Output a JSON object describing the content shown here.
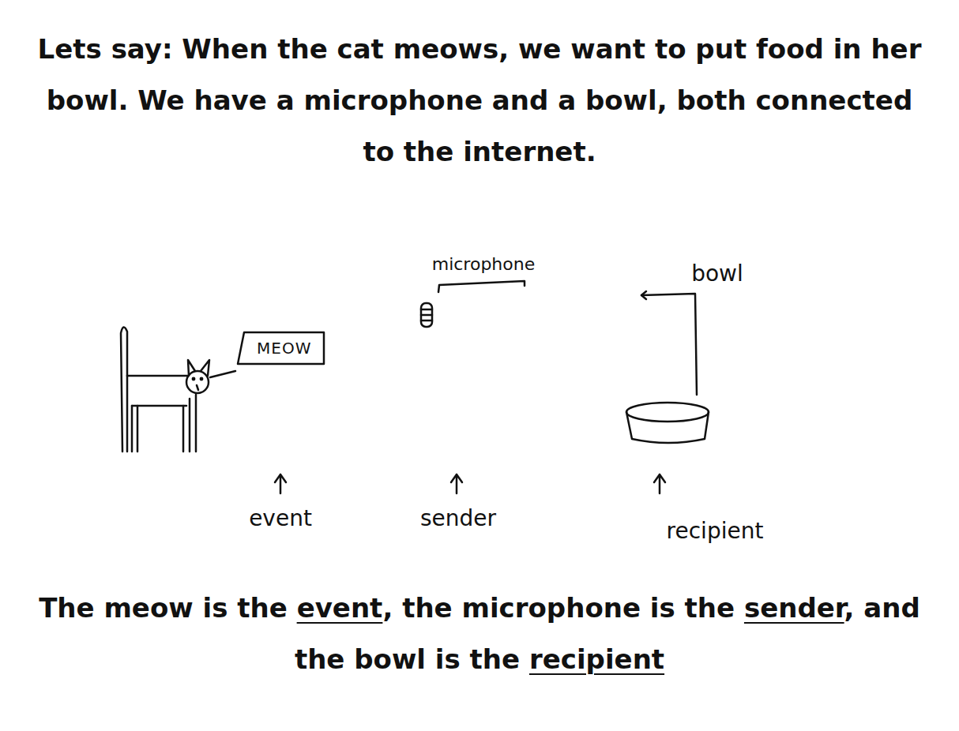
{
  "diagram": {
    "title": "Lets say: When the cat meows, we want to put food in her bowl. We have a microphone and a bowl, both connected to the internet.",
    "caption": "The meow is the event, the microphone is the sender, and the bowl is the recipient",
    "nodes": [
      {
        "text": [
          "MEOW"
        ]
      }
    ],
    "labels": [
      "microphone",
      "bowl",
      "event",
      "sender",
      "recipient"
    ]
  }
}
